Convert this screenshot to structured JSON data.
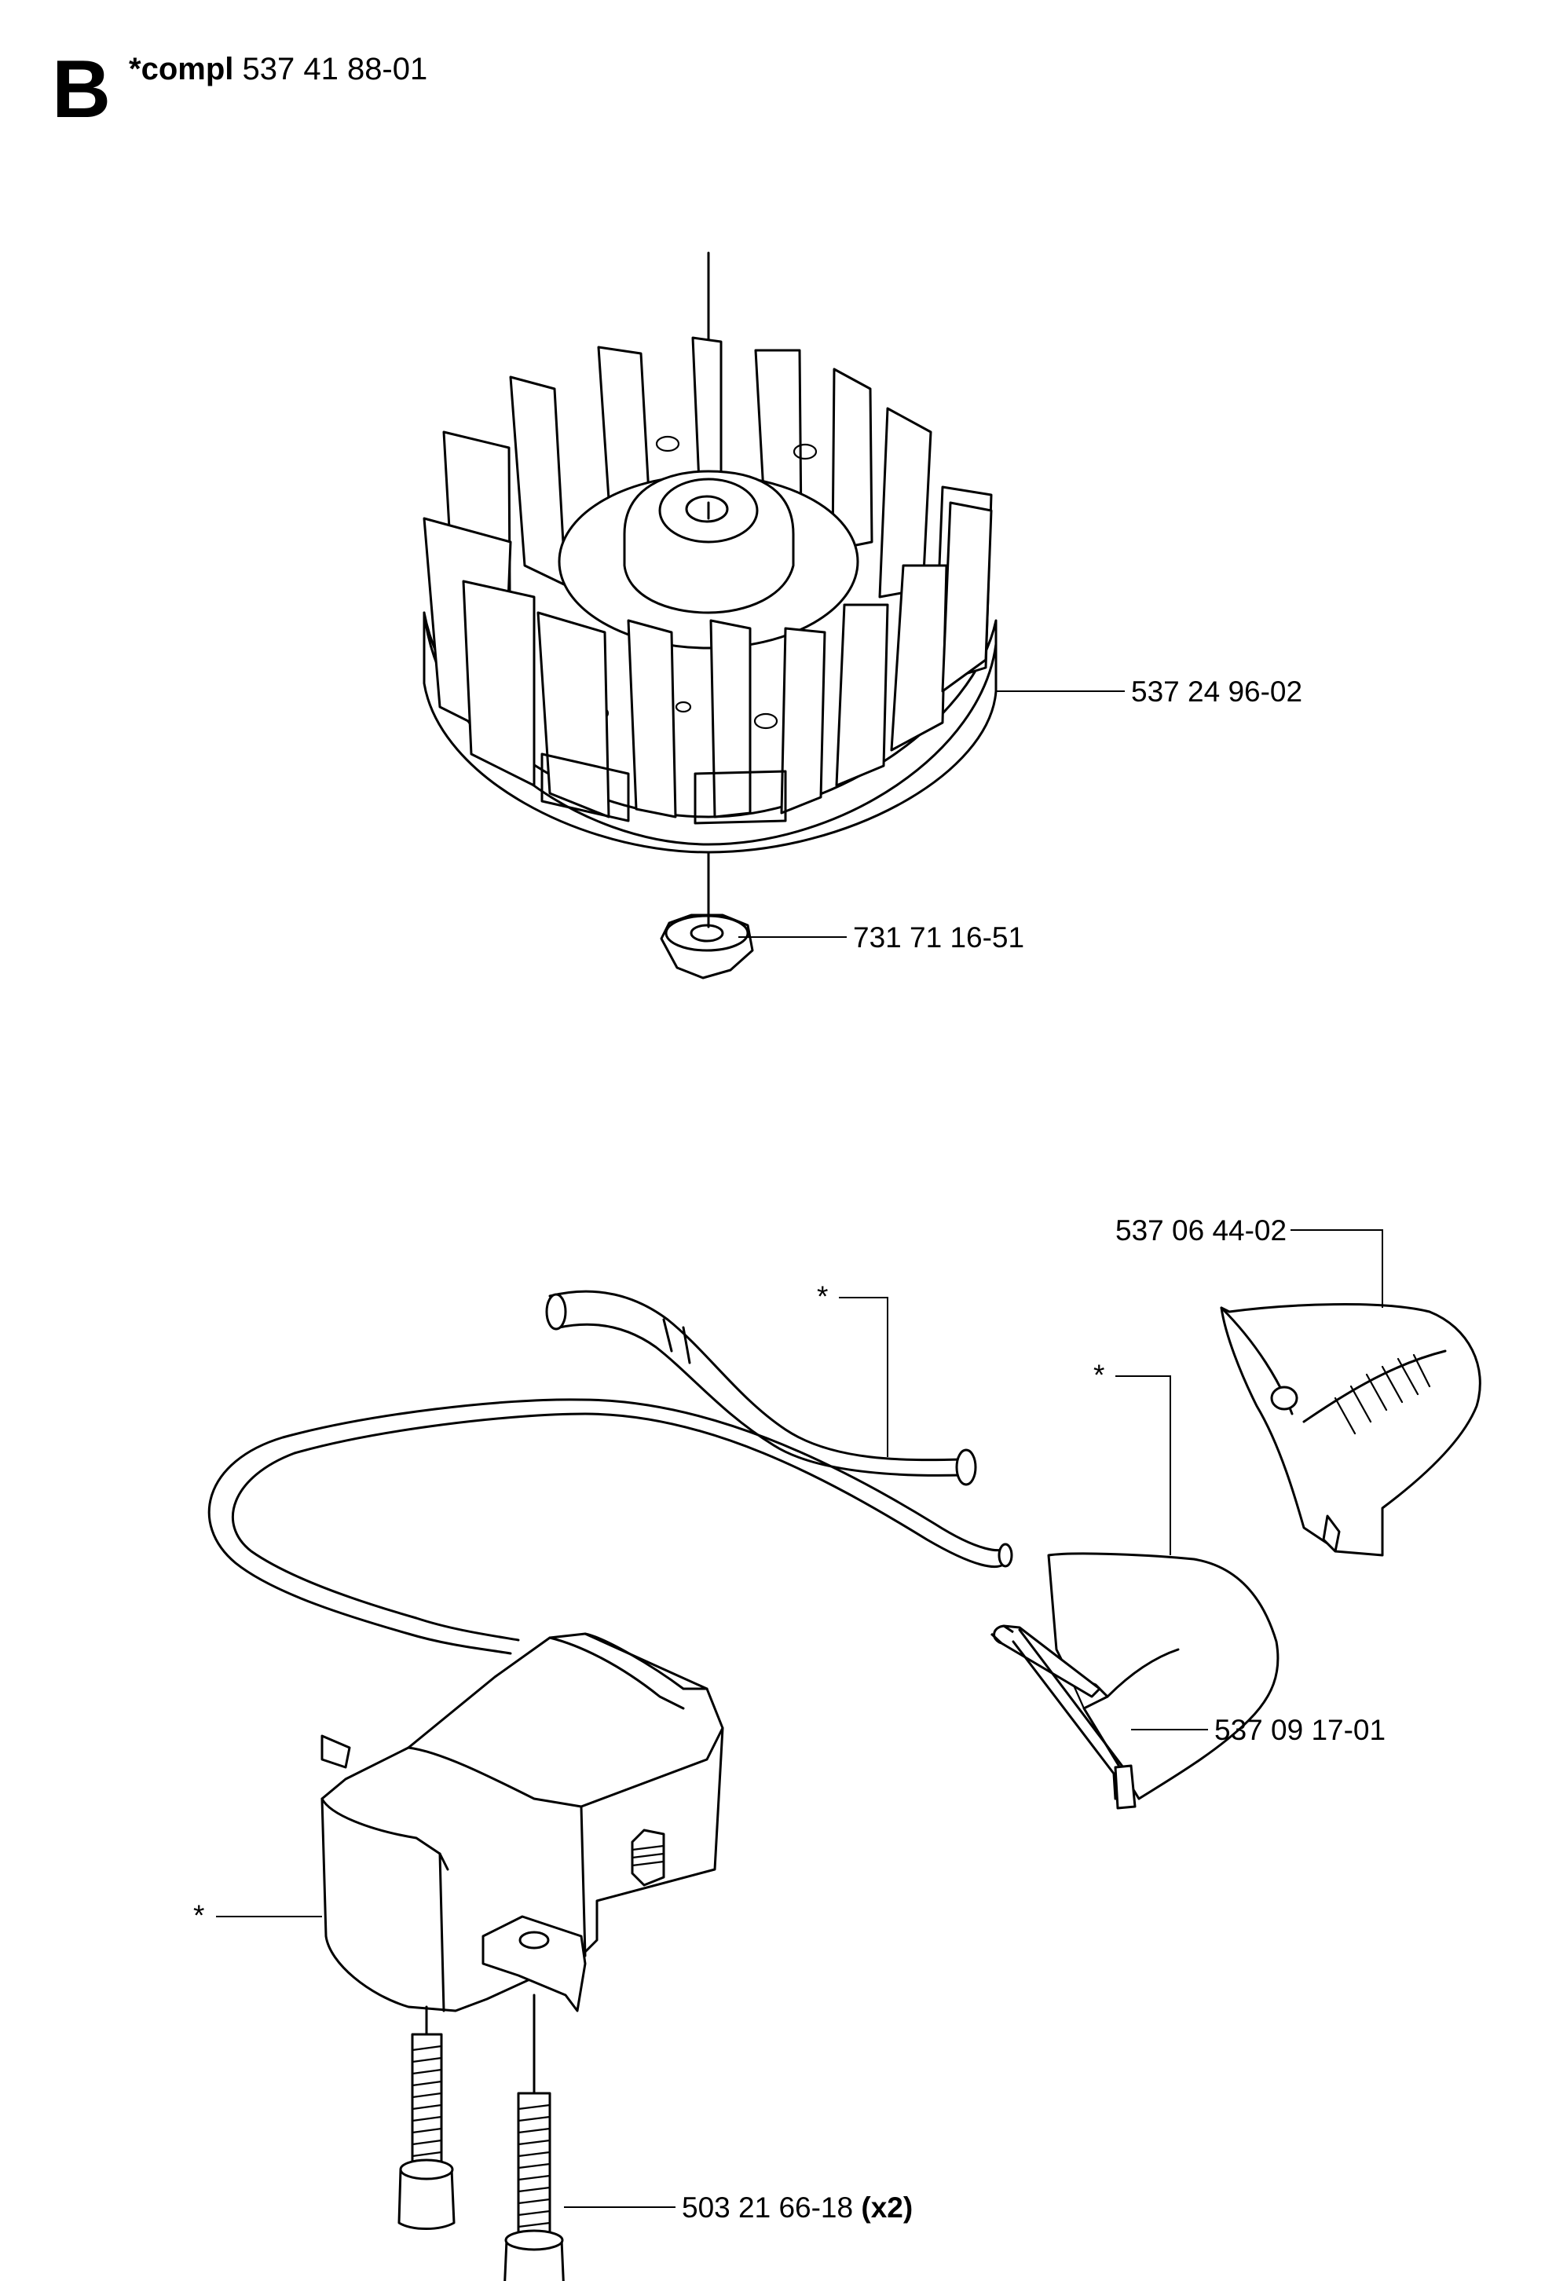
{
  "section": {
    "letter": "B",
    "compl_prefix": "*compl",
    "compl_number": "537 41 88-01"
  },
  "parts": {
    "flywheel": "537 24 96-02",
    "flywheel_nut": "731 71 16-51",
    "spark_plug_boot": "537 06 44-02",
    "cable": "*",
    "boot_cover": "*",
    "ignition_module": "*",
    "short_circuit_cable": "537 09 17-01",
    "screw": "503 21 66-18",
    "screw_qty": "(x2)"
  }
}
